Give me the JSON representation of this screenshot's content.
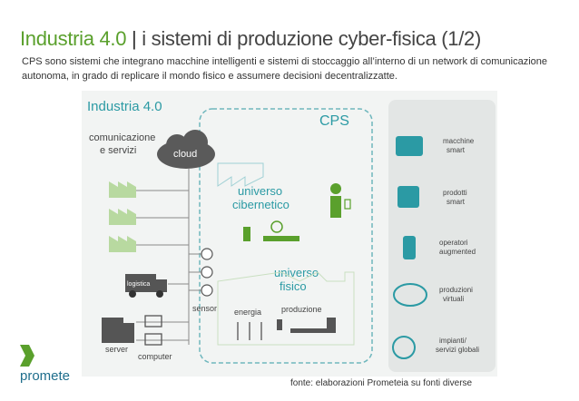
{
  "header": {
    "title_part1": "Industria 4.0",
    "title_separator": " | ",
    "title_part2": "i sistemi di produzione cyber-fisica (1/2)",
    "subtitle": "CPS sono sistemi che integrano macchine intelligenti e sistemi di stoccaggio all’interno di un network di comunicazione autonoma, in grado di replicare il mondo fisico e assumere decisioni decentralizzatte."
  },
  "diagram": {
    "heading": "Industria 4.0",
    "comm_label_1": "comunicazione",
    "comm_label_2": "e servizi",
    "cloud": "cloud",
    "cps": "CPS",
    "cyber_1": "universo",
    "cyber_2": "cibernetico",
    "physical_1": "universo",
    "physical_2": "fisico",
    "logistica": "logistica",
    "sensori": "sensori",
    "energia": "energia",
    "produzione": "produzione",
    "server": "server",
    "computer": "computer",
    "right_items": [
      {
        "line1": "macchine",
        "line2": "smart"
      },
      {
        "line1": "prodotti",
        "line2": "smart"
      },
      {
        "line1": "operatori",
        "line2": "augmented"
      },
      {
        "line1": "produzioni",
        "line2": "virtuali"
      },
      {
        "line1": "impianti/",
        "line2": "servizi globali"
      }
    ]
  },
  "footer": {
    "brand": "promete",
    "source": "fonte: elaborazioni Prometeia su fonti diverse"
  },
  "colors": {
    "green": "#5aa02c",
    "teal": "#2b9aa4",
    "dark": "#333333",
    "brand_blue": "#1f6e8c"
  }
}
